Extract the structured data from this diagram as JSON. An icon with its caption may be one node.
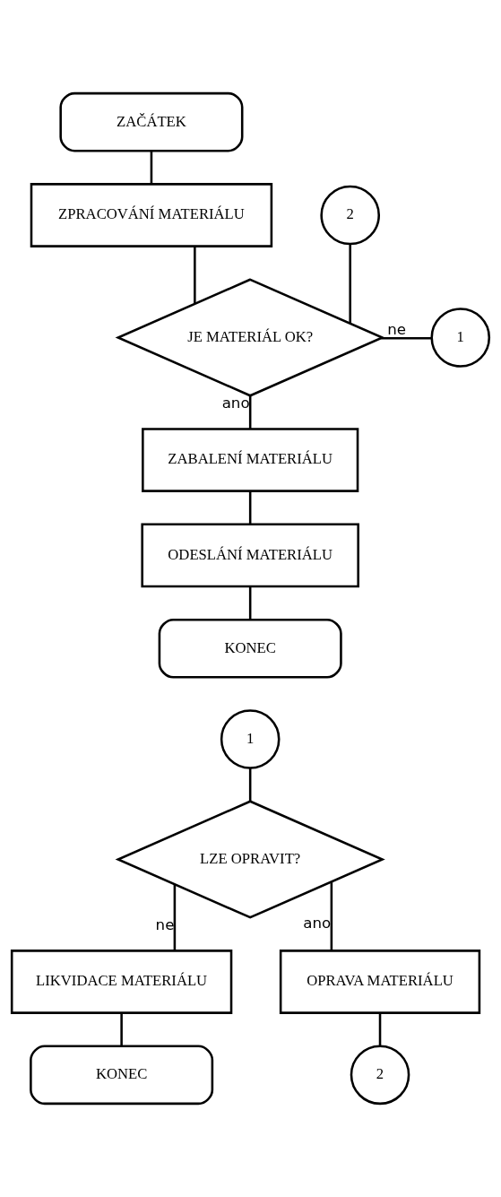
{
  "diagram": {
    "nodes": [
      {
        "text": [
          "ZAČÁTEK"
        ]
      },
      {
        "text": [
          "ZPRACOVÁNÍ MATERIÁLU"
        ]
      },
      {
        "text": [
          "2"
        ]
      },
      {
        "text": [
          "JE MATERIÁL OK?"
        ]
      },
      {
        "text": [
          "1"
        ]
      },
      {
        "text": [
          "ZABALENÍ MATERIÁLU"
        ]
      },
      {
        "text": [
          "ODESLÁNÍ MATERIÁLU"
        ]
      },
      {
        "text": [
          "KONEC"
        ]
      },
      {
        "text": [
          "1"
        ]
      },
      {
        "text": [
          "LZE OPRAVIT?"
        ]
      },
      {
        "text": [
          "LIKVIDACE MATERIÁLU"
        ]
      },
      {
        "text": [
          "OPRAVA MATERIÁLU"
        ]
      },
      {
        "text": [
          "KONEC"
        ]
      },
      {
        "text": [
          "2"
        ]
      }
    ],
    "edges": [
      {
        "from": 0,
        "to": 1,
        "arrow": "none"
      },
      {
        "from": 1,
        "to": 3,
        "arrow": "none"
      },
      {
        "from": 2,
        "to": 3,
        "arrow": "none"
      },
      {
        "from": 3,
        "to": 4,
        "arrow": "none",
        "label": "ne"
      },
      {
        "from": 3,
        "to": 5,
        "arrow": "none",
        "label": "ano"
      },
      {
        "from": 5,
        "to": 6,
        "arrow": "none"
      },
      {
        "from": 6,
        "to": 7,
        "arrow": "none"
      },
      {
        "from": 8,
        "to": 9,
        "arrow": "none"
      },
      {
        "from": 9,
        "to": 10,
        "arrow": "none",
        "label": "ne"
      },
      {
        "from": 9,
        "to": 11,
        "arrow": "none",
        "label": "ano"
      },
      {
        "from": 10,
        "to": 12,
        "arrow": "none"
      },
      {
        "from": 11,
        "to": 13,
        "arrow": "none"
      }
    ]
  }
}
